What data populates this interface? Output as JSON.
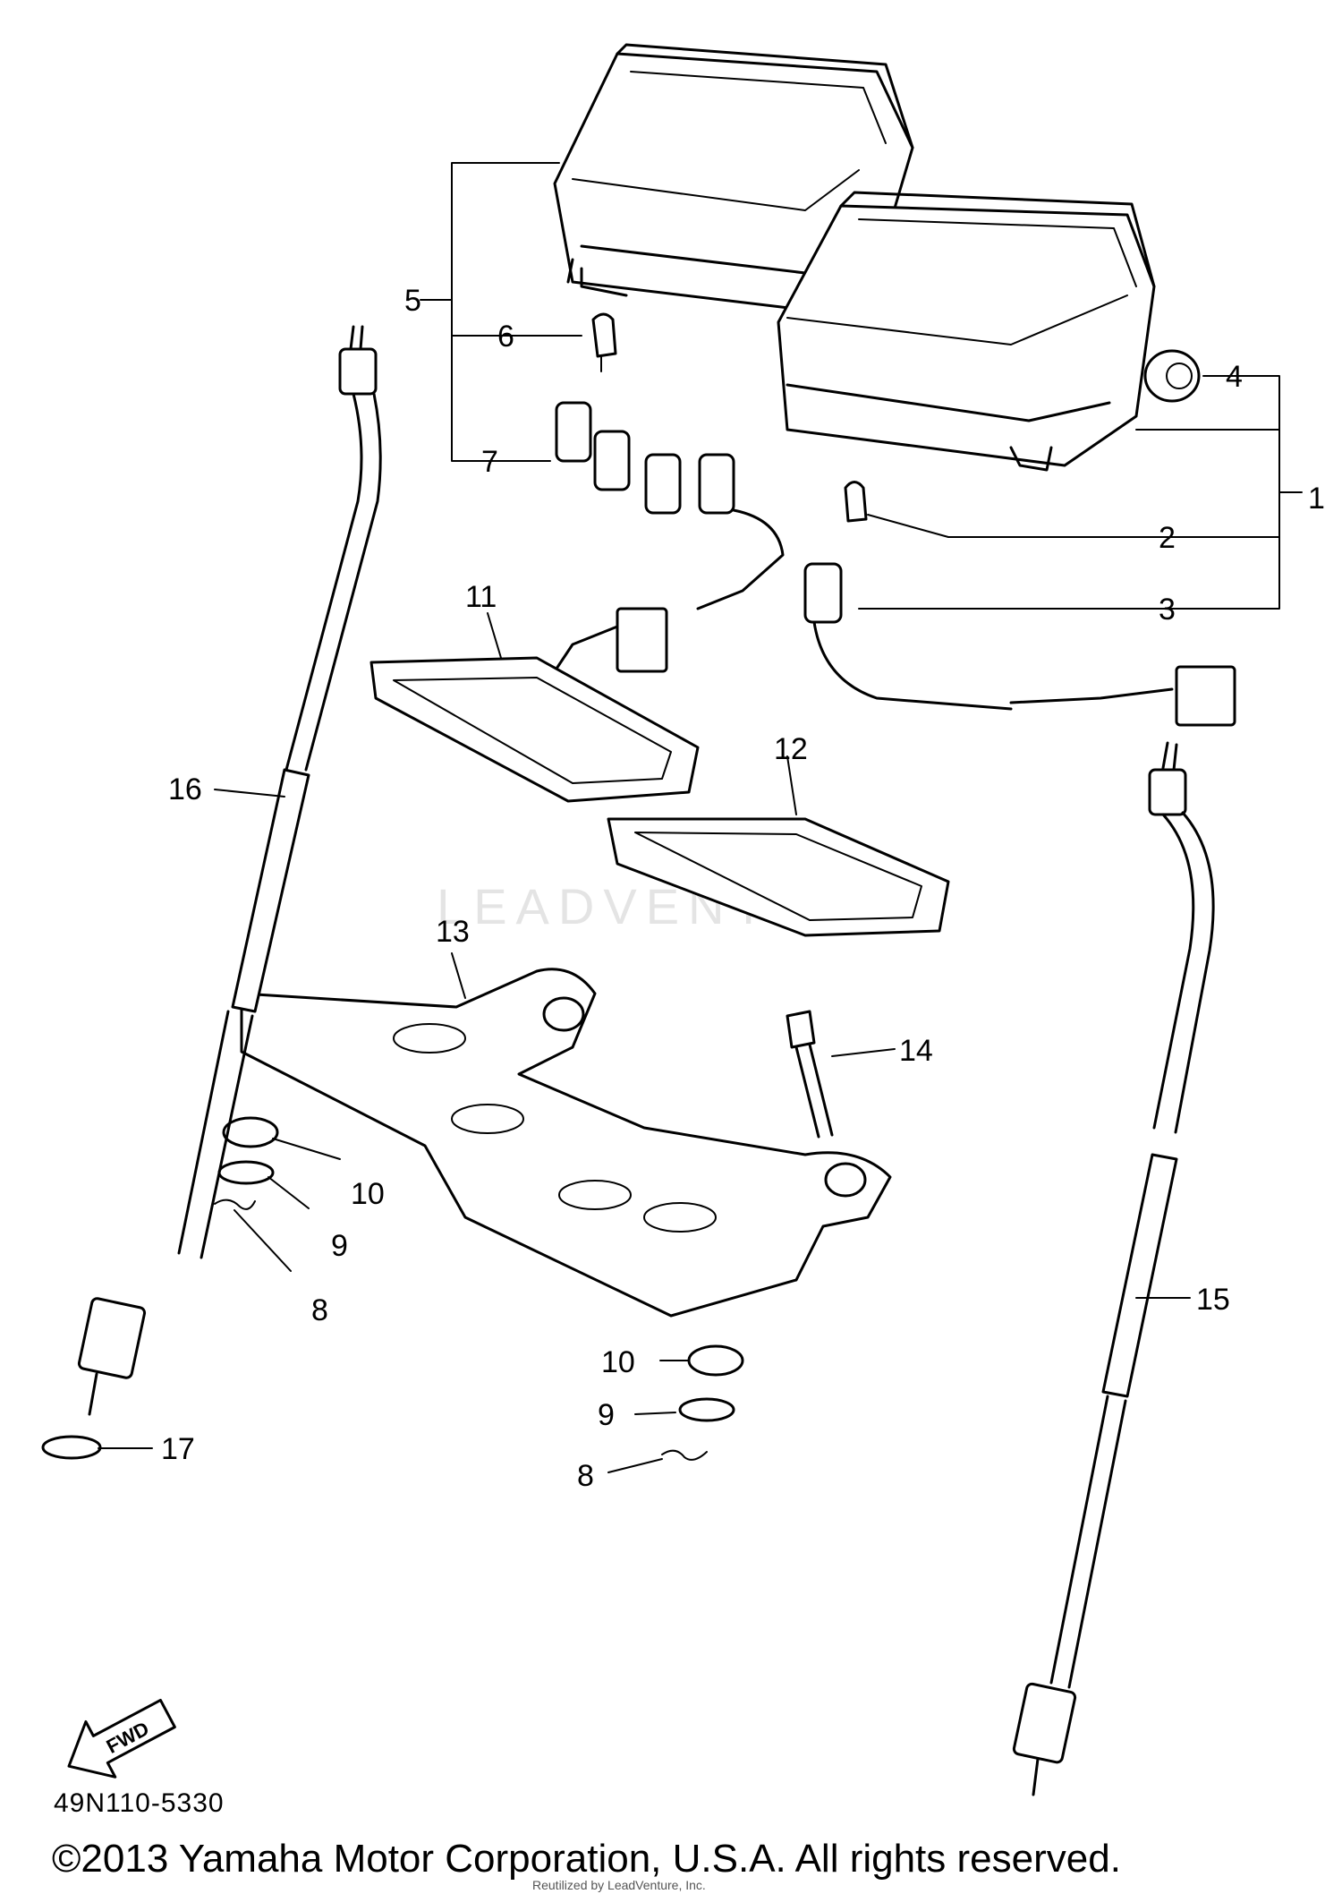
{
  "callouts": [
    {
      "id": "1",
      "text": "1"
    },
    {
      "id": "2",
      "text": "2"
    },
    {
      "id": "3",
      "text": "3"
    },
    {
      "id": "4",
      "text": "4"
    },
    {
      "id": "5",
      "text": "5"
    },
    {
      "id": "6",
      "text": "6"
    },
    {
      "id": "7",
      "text": "7"
    },
    {
      "id": "8a",
      "text": "8"
    },
    {
      "id": "8b",
      "text": "8"
    },
    {
      "id": "9a",
      "text": "9"
    },
    {
      "id": "9b",
      "text": "9"
    },
    {
      "id": "10a",
      "text": "10"
    },
    {
      "id": "10b",
      "text": "10"
    },
    {
      "id": "11",
      "text": "11"
    },
    {
      "id": "12",
      "text": "12"
    },
    {
      "id": "13",
      "text": "13"
    },
    {
      "id": "14",
      "text": "14"
    },
    {
      "id": "15",
      "text": "15"
    },
    {
      "id": "16",
      "text": "16"
    },
    {
      "id": "17",
      "text": "17"
    }
  ],
  "fwd_label": "FWD",
  "catalog_number": "49N110-5330",
  "copyright": "©2013 Yamaha Motor Corporation, U.S.A. All rights reserved.",
  "watermark_logo": "LEADVENTURE",
  "watermark_text": "Reutilized by LeadVenture, Inc."
}
